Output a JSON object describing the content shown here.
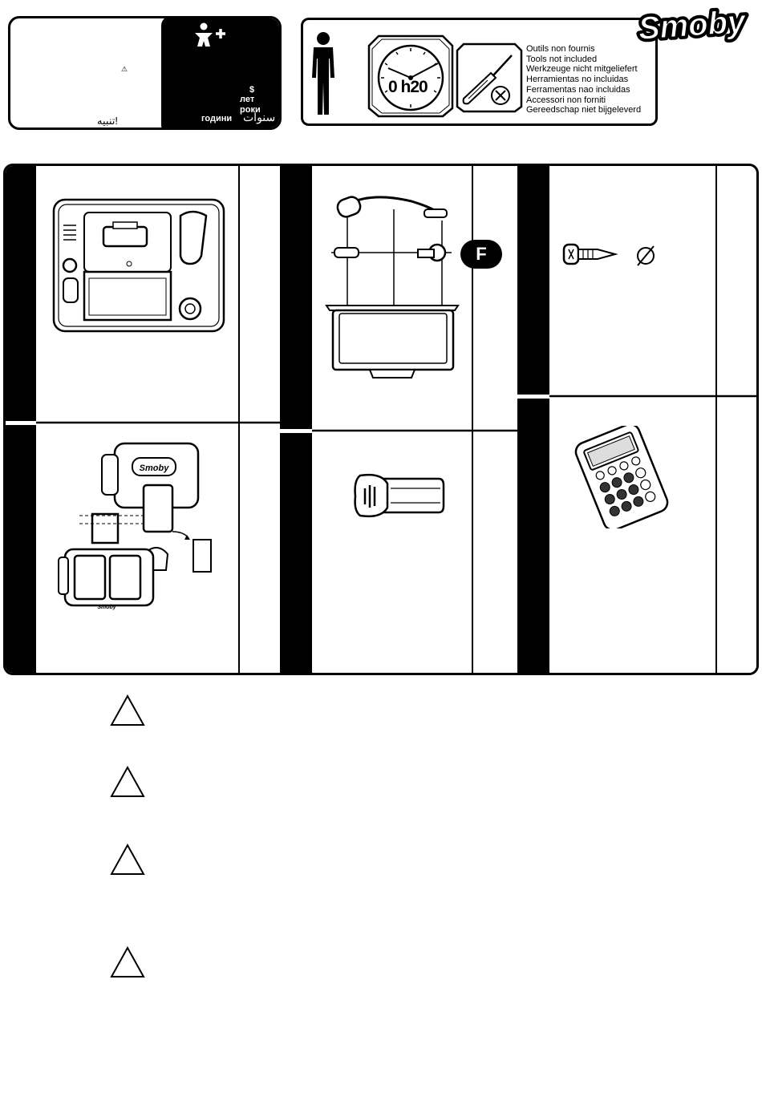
{
  "brand": {
    "logo_text": "Smoby"
  },
  "age_box": {
    "warning_triangle": "⚠",
    "warning_arabic": "تنبيه!",
    "age_symbol": "$",
    "lang_lines": [
      "лет",
      "роки"
    ],
    "godini": "години",
    "arabic_years": "سنوات"
  },
  "assembly": {
    "time": "0 h20",
    "tools_not_included": [
      "Outils non  fournis",
      "Tools not included",
      "Werkzeuge nicht mitgeliefert",
      "Herramientas no incluidas",
      "Ferramentas nao incluidas",
      "Accessori non forniti",
      "Gereedschap niet bijgeleverd"
    ]
  },
  "steps": {
    "step_f_label": "F",
    "drawer_logo": "Smoby",
    "tray_logo": "Smoby"
  },
  "warnings": [
    {
      "id": "w1"
    },
    {
      "id": "w2"
    },
    {
      "id": "w3"
    },
    {
      "id": "w4"
    }
  ]
}
